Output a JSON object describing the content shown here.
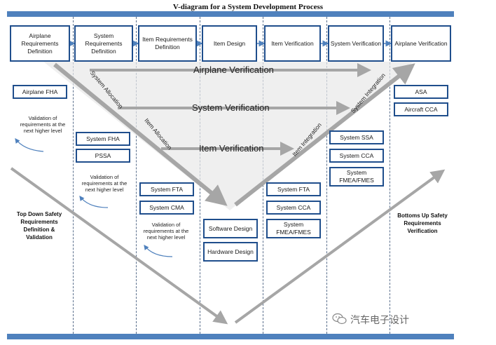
{
  "title": "V-diagram for a System Development Process",
  "top_boxes": [
    "Airplane Requirements Definition",
    "System Requirements Definition",
    "Item Requirements Definition",
    "Item Design",
    "Item Verification",
    "System Verification",
    "Airplane Verification"
  ],
  "verification_labels": {
    "airplane": "Airplane Verification",
    "system": "System Verification",
    "item": "Item Verification"
  },
  "diagonal_labels": {
    "system_allocation": "System Allocation",
    "item_allocation": "Item Allocation",
    "item_integration": "Item Integration",
    "system_integration": "System Integration"
  },
  "left_boxes": {
    "airplane_fha": "Airplane FHA",
    "system_fha": "System FHA",
    "pssa": "PSSA",
    "system_fta": "System FTA",
    "system_cma": "System CMA"
  },
  "center_boxes": {
    "software_design": "Software Design",
    "hardware_design": "Hardware Design"
  },
  "right_boxes": {
    "system_fta": "System FTA",
    "system_cca": "System CCA",
    "system_fmea": "System FMEA/FMES",
    "system_ssa": "System SSA",
    "system_cca_2": "System CCA",
    "system_fmea_2": "System FMEA/FMES",
    "asa": "ASA",
    "aircraft_cca": "Aircraft CCA"
  },
  "validation_note": "Validation of requirements at the next higher level",
  "side_labels": {
    "left": "Top Down Safety Requirements Definition & Validation",
    "right": "Bottoms Up Safety Requirements Verification"
  },
  "watermark": "汽车电子设计",
  "colors": {
    "frame_bar": "#4f81bd",
    "box_border": "#1f4e8c",
    "arrow": "#a6a6a6",
    "v_fill": "#e8e8e8"
  }
}
